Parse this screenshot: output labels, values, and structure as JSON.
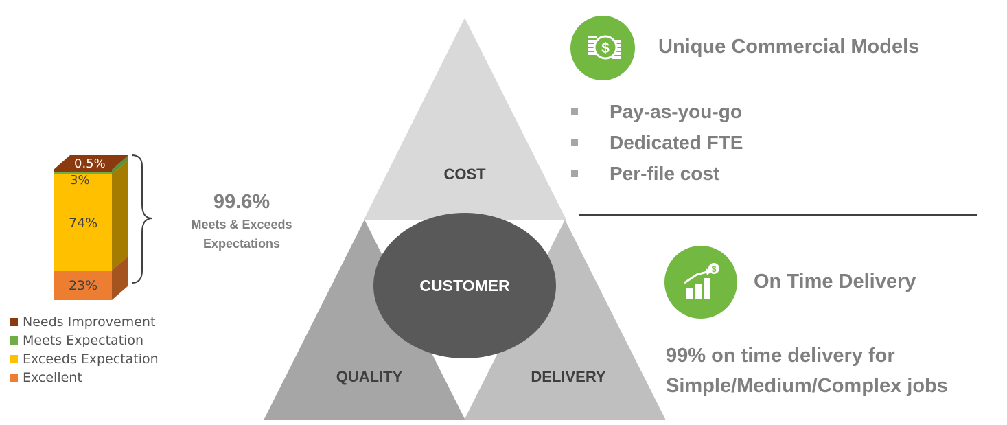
{
  "stacked_bar": {
    "segments": [
      {
        "name": "Needs Improvement",
        "value": 0.5,
        "label": "0.5%",
        "color": "#8b3a0f",
        "side": "#7a3310"
      },
      {
        "name": "Meets Expectation",
        "value": 3,
        "label": "3%",
        "color": "#70ad47",
        "side": "#5e9239"
      },
      {
        "name": "Exceeds Expectation",
        "value": 74,
        "label": "74%",
        "color": "#ffc000",
        "side": "#a57c00"
      },
      {
        "name": "Excellent",
        "value": 23,
        "label": "23%",
        "color": "#ed7d31",
        "side": "#a5531f"
      }
    ]
  },
  "summary": {
    "percent": "99.6%",
    "line1": "Meets & Exceeds",
    "line2": "Expectations"
  },
  "triangle": {
    "top": "COST",
    "left": "QUALITY",
    "right": "DELIVERY",
    "center": "CUSTOMER"
  },
  "commercial": {
    "icon": "money-coins-icon",
    "title": "Unique Commercial Models",
    "items": [
      "Pay-as-you-go",
      "Dedicated FTE",
      "Per-file cost"
    ]
  },
  "delivery": {
    "icon": "growth-chart-dollar-icon",
    "title": "On Time Delivery",
    "line1": "99% on time delivery for",
    "line2": "Simple/Medium/Complex jobs"
  },
  "colors": {
    "accent_green": "#72b841",
    "text_gray": "#7f7f7f",
    "circle": "#595959"
  }
}
